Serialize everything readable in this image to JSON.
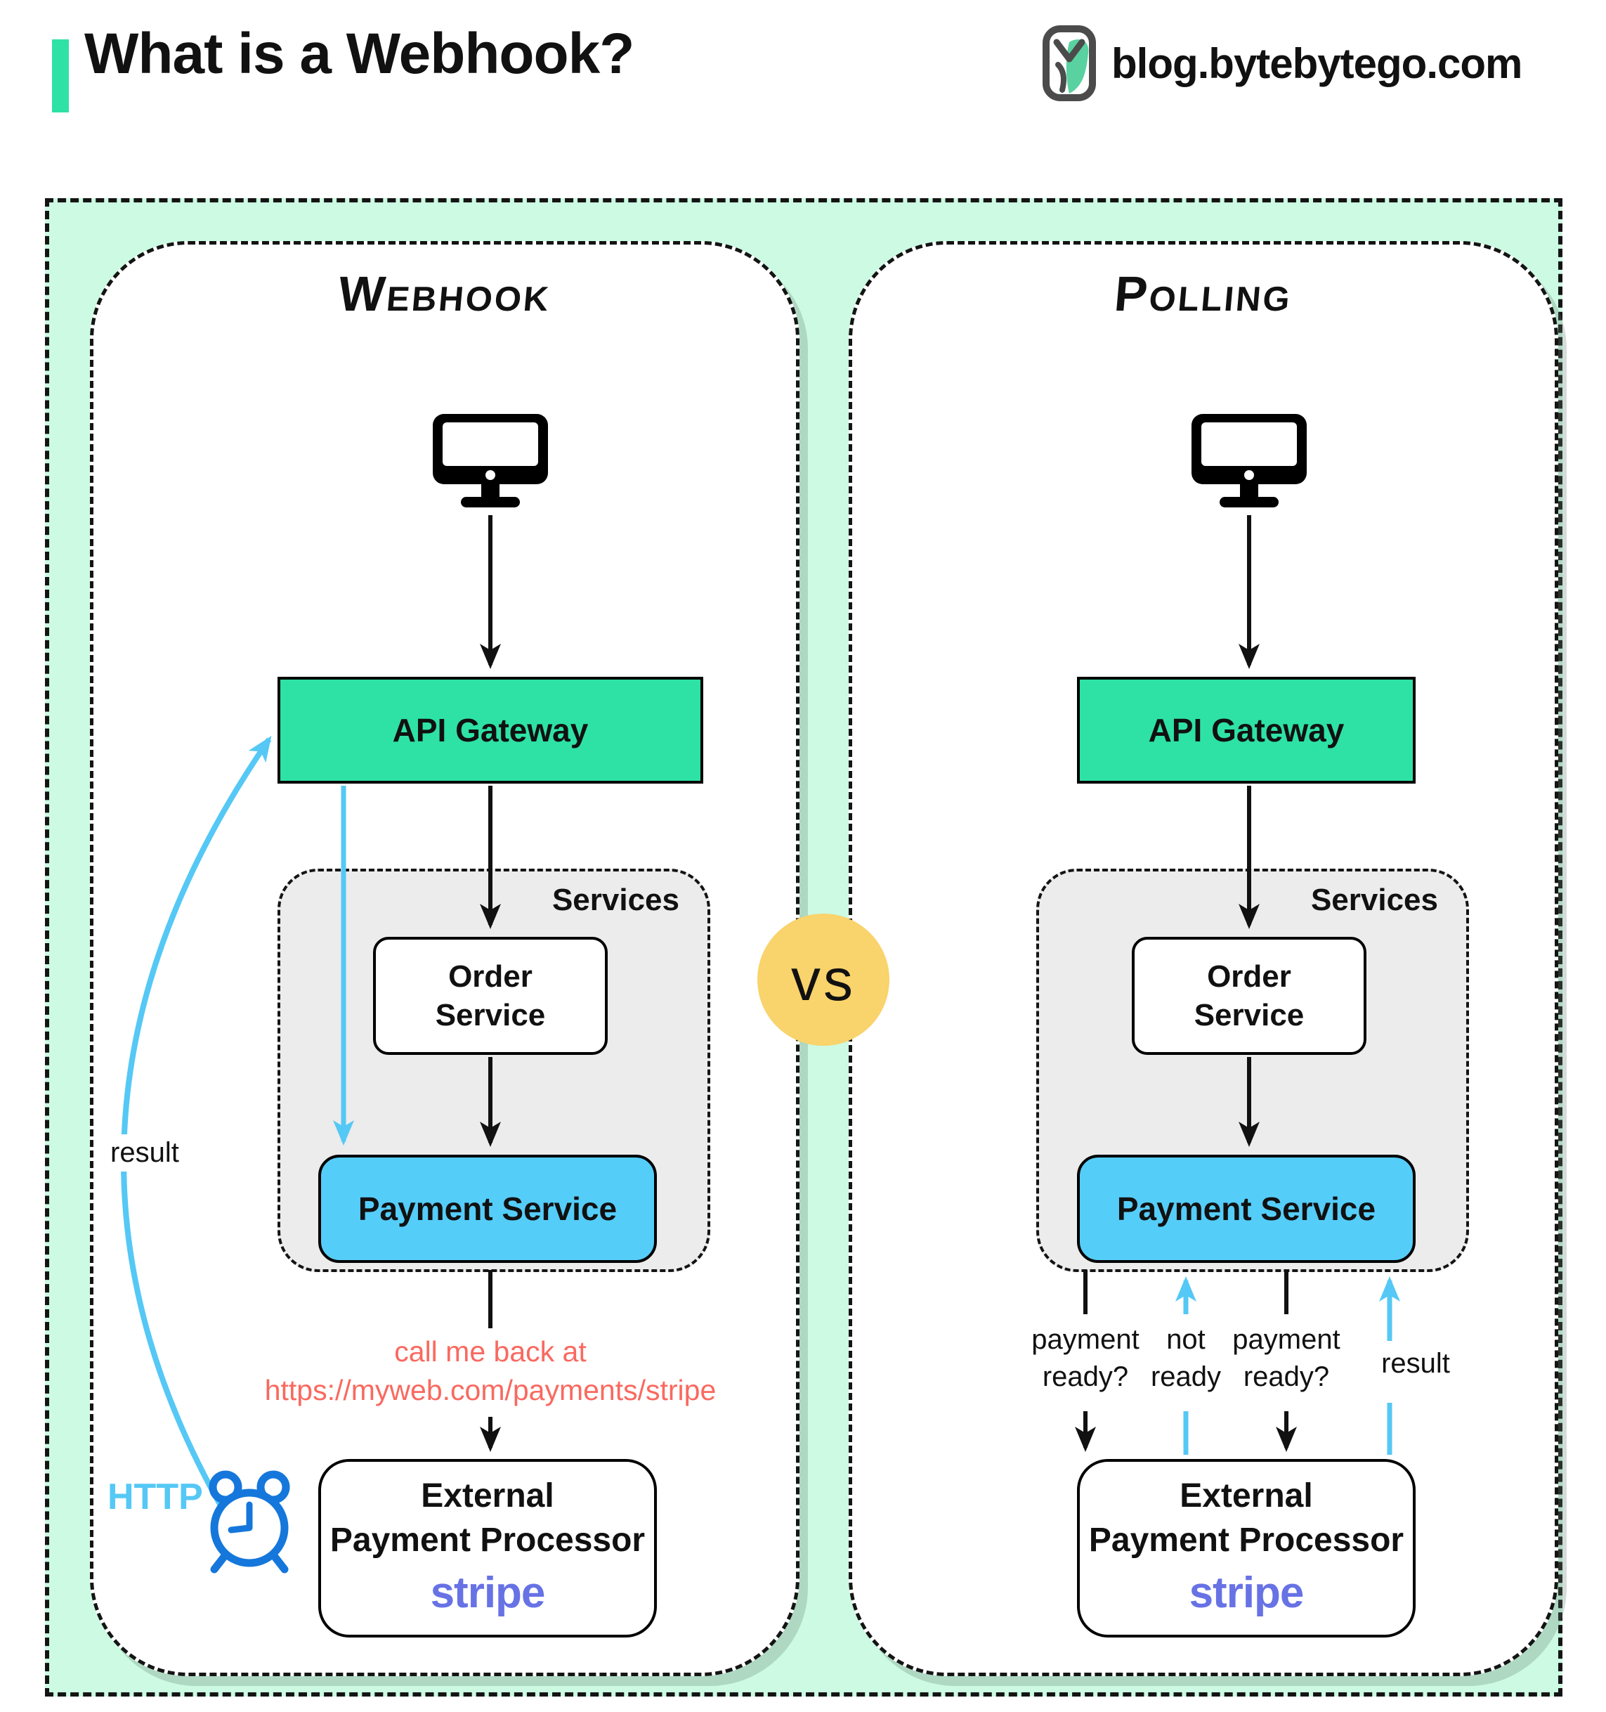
{
  "header": {
    "title": "What is a Webhook?",
    "site": "blog.bytebytego.com"
  },
  "vs_label": "vs",
  "colors": {
    "accent_teal": "#2EE2A6",
    "mint_bg": "#CCFAE2",
    "panel_gray": "#ECECEC",
    "service_blue": "#55CDF9",
    "arrow_blue": "#55C8F5",
    "vs_yellow": "#F9D36B",
    "callback_red": "#F9695F",
    "stripe_purple": "#6772E5",
    "clock_blue": "#1577DB",
    "ink": "#111111"
  },
  "icons": {
    "monitor": "computer-monitor",
    "clock": "alarm-clock",
    "logo": "bytebytego-owl"
  },
  "webhook_panel": {
    "title": "Webhook",
    "api_gateway": "API Gateway",
    "services_label": "Services",
    "order_line1": "Order",
    "order_line2": "Service",
    "payment_service": "Payment Service",
    "external_line1": "External",
    "external_line2": "Payment Processor",
    "stripe": "stripe",
    "callback_line1": "call me back at",
    "callback_line2": "https://myweb.com/payments/stripe",
    "result_label": "result",
    "http_label": "HTTP"
  },
  "polling_panel": {
    "title": "Polling",
    "api_gateway": "API Gateway",
    "services_label": "Services",
    "order_line1": "Order",
    "order_line2": "Service",
    "payment_service": "Payment Service",
    "external_line1": "External",
    "external_line2": "Payment Processor",
    "stripe": "stripe",
    "arrow_labels": [
      {
        "line1": "payment",
        "line2": "ready?"
      },
      {
        "line1": "not",
        "line2": "ready"
      },
      {
        "line1": "payment",
        "line2": "ready?"
      },
      {
        "line1": "result",
        "line2": ""
      }
    ]
  }
}
